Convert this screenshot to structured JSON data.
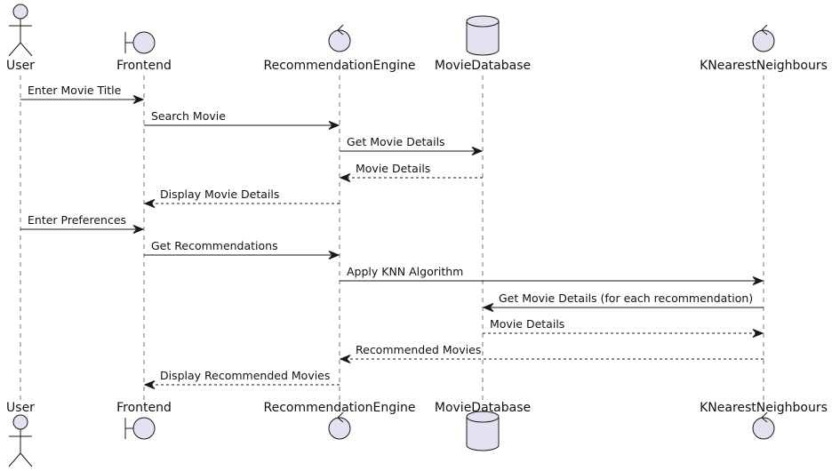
{
  "colors": {
    "participant_fill": "#e2e2f0",
    "line": "#181818",
    "background": "#ffffff"
  },
  "participants": [
    {
      "id": "user",
      "name": "User",
      "shape": "actor"
    },
    {
      "id": "frontend",
      "name": "Frontend",
      "shape": "boundary"
    },
    {
      "id": "engine",
      "name": "RecommendationEngine",
      "shape": "control"
    },
    {
      "id": "db",
      "name": "MovieDatabase",
      "shape": "database"
    },
    {
      "id": "knn",
      "name": "KNearestNeighbours",
      "shape": "control"
    }
  ],
  "messages": [
    {
      "from": "user",
      "to": "frontend",
      "label": "Enter Movie Title",
      "style": "solid"
    },
    {
      "from": "frontend",
      "to": "engine",
      "label": "Search Movie",
      "style": "solid"
    },
    {
      "from": "engine",
      "to": "db",
      "label": "Get Movie Details",
      "style": "solid"
    },
    {
      "from": "db",
      "to": "engine",
      "label": "Movie Details",
      "style": "dashed"
    },
    {
      "from": "engine",
      "to": "frontend",
      "label": "Display Movie Details",
      "style": "dashed"
    },
    {
      "from": "user",
      "to": "frontend",
      "label": "Enter Preferences",
      "style": "solid"
    },
    {
      "from": "frontend",
      "to": "engine",
      "label": "Get Recommendations",
      "style": "solid"
    },
    {
      "from": "engine",
      "to": "knn",
      "label": "Apply KNN Algorithm",
      "style": "solid"
    },
    {
      "from": "knn",
      "to": "db",
      "label": "Get Movie Details (for each recommendation)",
      "style": "solid"
    },
    {
      "from": "db",
      "to": "knn",
      "label": "Movie Details",
      "style": "dashed"
    },
    {
      "from": "knn",
      "to": "engine",
      "label": "Recommended Movies",
      "style": "dashed"
    },
    {
      "from": "engine",
      "to": "frontend",
      "label": "Display Recommended Movies",
      "style": "dashed"
    }
  ]
}
